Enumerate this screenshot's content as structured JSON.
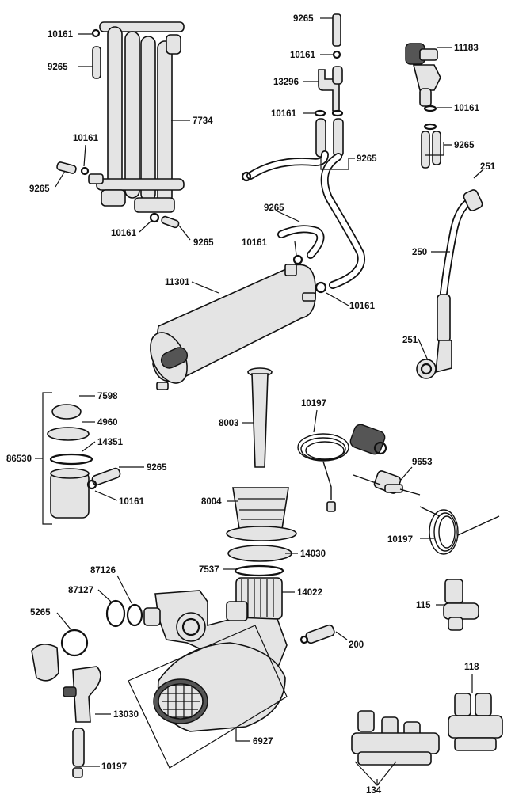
{
  "diagram": {
    "labels": {
      "l_10161_a": "10161",
      "l_9265_a": "9265",
      "l_7734": "7734",
      "l_10161_b": "10161",
      "l_9265_b": "9265",
      "l_10161_c": "10161",
      "l_9265_c": "9265",
      "l_9265_top": "9265",
      "l_10161_top": "10161",
      "l_13296": "13296",
      "l_10161_mid": "10161",
      "l_9265_mid": "9265",
      "l_11183": "11183",
      "l_10161_r": "10161",
      "l_9265_r": "9265",
      "l_251_top": "251",
      "l_9265_loop": "9265",
      "l_10161_loop": "10161",
      "l_250": "250",
      "l_11301": "11301",
      "l_10161_tank": "10161",
      "l_251_bot": "251",
      "l_7598": "7598",
      "l_4960": "4960",
      "l_14351": "14351",
      "l_86530": "86530",
      "l_9265_cup": "9265",
      "l_10161_cup": "10161",
      "l_8003": "8003",
      "l_10197_top": "10197",
      "l_9653": "9653",
      "l_8004": "8004",
      "l_10197_coil": "10197",
      "l_14030": "14030",
      "l_87126": "87126",
      "l_7537": "7537",
      "l_87127": "87127",
      "l_14022": "14022",
      "l_115": "115",
      "l_5265": "5265",
      "l_200": "200",
      "l_118": "118",
      "l_13030": "13030",
      "l_6927": "6927",
      "l_10197_bot": "10197",
      "l_134": "134"
    }
  }
}
